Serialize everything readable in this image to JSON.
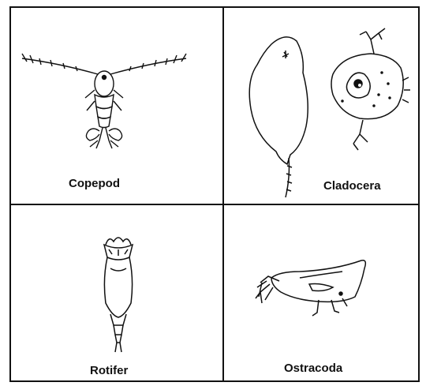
{
  "panels": [
    {
      "label": "Copepod",
      "icon": "copepod-icon"
    },
    {
      "label": "Cladocera",
      "icon": "cladocera-icon"
    },
    {
      "label": "Rotifer",
      "icon": "rotifer-icon"
    },
    {
      "label": "Ostracoda",
      "icon": "ostracoda-icon"
    }
  ],
  "colors": {
    "line": "#111111",
    "background": "#ffffff"
  }
}
